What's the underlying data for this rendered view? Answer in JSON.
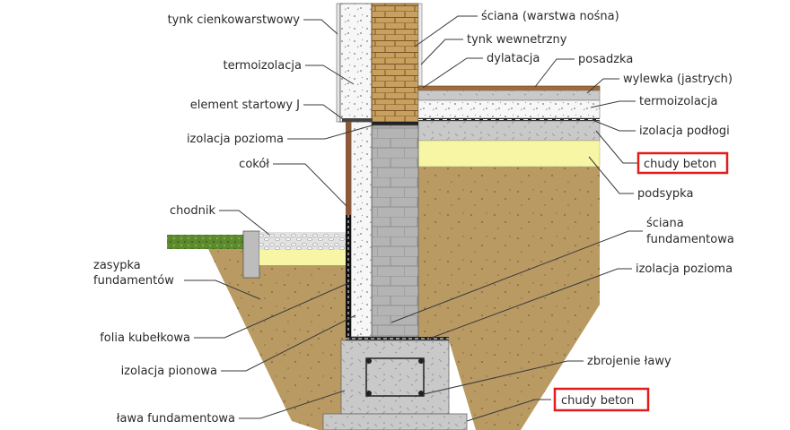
{
  "labels": {
    "tynk_cienkowarstwowy": "tynk cienkowarstwowy",
    "termoizolacja_left": "termoizolacja",
    "element_startowy": "element startowy J",
    "izolacja_pozioma_left": "izolacja pozioma",
    "cokol": "cokół",
    "chodnik": "chodnik",
    "zasypka_1": "zasypka",
    "zasypka_2": "fundamentów",
    "folia": "folia kubełkowa",
    "izolacja_pionowa": "izolacja pionowa",
    "lawa": "ława fundamentowa",
    "sciana_nosna": "ściana (warstwa nośna)",
    "tynk_wewnetrzny": "tynk wewnetrzny",
    "dylatacja": "dylatacja",
    "posadzka": "posadzka",
    "wylewka": "wylewka (jastrych)",
    "termoizolacja_right": "termoizolacja",
    "izolacja_podlogi": "izolacja podłogi",
    "chudy_beton_top": "chudy beton",
    "podsypka": "podsypka",
    "sciana_fund_1": "ściana",
    "sciana_fund_2": "fundamentowa",
    "izolacja_pozioma_right": "izolacja pozioma",
    "zbrojenie": "zbrojenie ławy",
    "chudy_beton_bottom": "chudy beton"
  },
  "colors": {
    "soil": "#b99a63",
    "sand": "#f7f6a4",
    "concrete": "#c9c9c9",
    "block": "#b2b2b2",
    "insulation": "#f7f7f7",
    "brick": "#c8a060",
    "grass": "#5d8a2e",
    "gravel": "#dcdcdc",
    "highlight": "#e31b1b"
  }
}
